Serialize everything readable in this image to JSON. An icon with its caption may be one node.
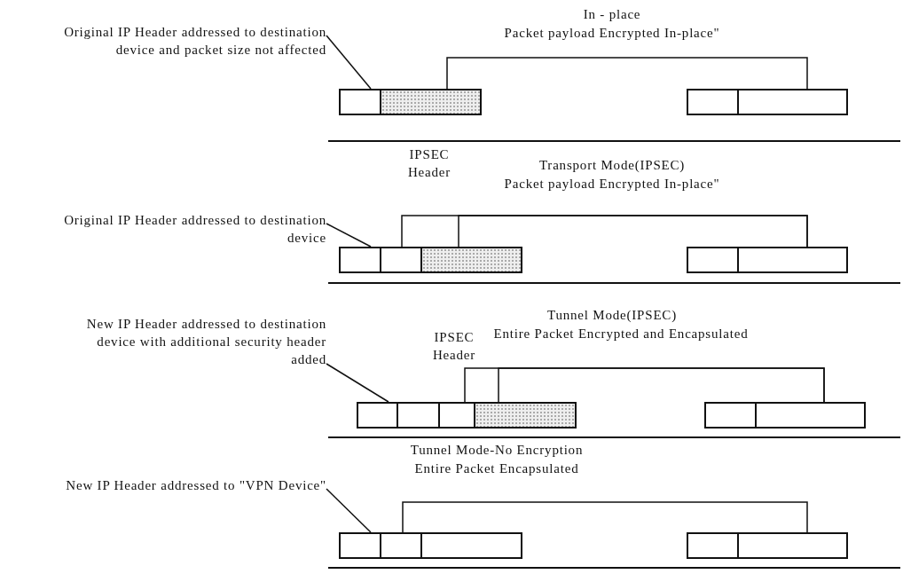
{
  "diagram": {
    "nodes": [
      {
        "text": [
          "Original IP Header addressed to destination device and packet size not affected"
        ]
      },
      {
        "text": [],
        "shape": "box"
      },
      {
        "text": [],
        "shape": "box"
      },
      {
        "text": [],
        "shape": "box"
      },
      {
        "text": [],
        "shape": "box"
      },
      {
        "text": [
          "Original IP Header addressed to destination device"
        ]
      },
      {
        "text": [],
        "shape": "box"
      },
      {
        "text": [],
        "shape": "box"
      },
      {
        "text": [],
        "shape": "box"
      },
      {
        "text": [],
        "shape": "box"
      },
      {
        "text": [],
        "shape": "box"
      },
      {
        "text": [
          "New IP Header addressed to destination device with additional security header added"
        ]
      },
      {
        "text": [],
        "shape": "box"
      },
      {
        "text": [],
        "shape": "box"
      },
      {
        "text": [],
        "shape": "box"
      },
      {
        "text": [],
        "shape": "box"
      },
      {
        "text": [],
        "shape": "box"
      },
      {
        "text": [],
        "shape": "box"
      },
      {
        "text": [
          "New IP Header addressed to \"VPN Device\""
        ]
      },
      {
        "text": [],
        "shape": "box"
      },
      {
        "text": [],
        "shape": "box"
      },
      {
        "text": [],
        "shape": "box"
      },
      {
        "text": [],
        "shape": "box"
      },
      {
        "text": [],
        "shape": "box"
      }
    ],
    "edges": [
      {
        "from": 0,
        "to": 1,
        "arrow": "none"
      },
      {
        "from": 2,
        "to": 4,
        "arrow": "none"
      },
      {
        "from": 5,
        "to": 6,
        "arrow": "none"
      },
      {
        "from": 7,
        "to": 10,
        "arrow": "none"
      },
      {
        "from": 8,
        "to": 10,
        "arrow": "none"
      },
      {
        "from": 11,
        "to": 12,
        "arrow": "none"
      },
      {
        "from": 14,
        "to": 17,
        "arrow": "none"
      },
      {
        "from": 15,
        "to": 17,
        "arrow": "none"
      },
      {
        "from": 18,
        "to": 19,
        "arrow": "none"
      },
      {
        "from": 20,
        "to": 23,
        "arrow": "none"
      }
    ],
    "labels": [
      "In - place",
      "Packet payload Encrypted In-place\"",
      "IPSEC Header",
      "Transport Mode(IPSEC)",
      "Packet payload Encrypted In-place\"",
      "Tunnel Mode(IPSEC)",
      "Entire Packet Encrypted and Encapsulated",
      "IPSEC Header",
      "Tunnel Mode-No Encryption",
      "Entire Packet Encapsulated"
    ]
  }
}
